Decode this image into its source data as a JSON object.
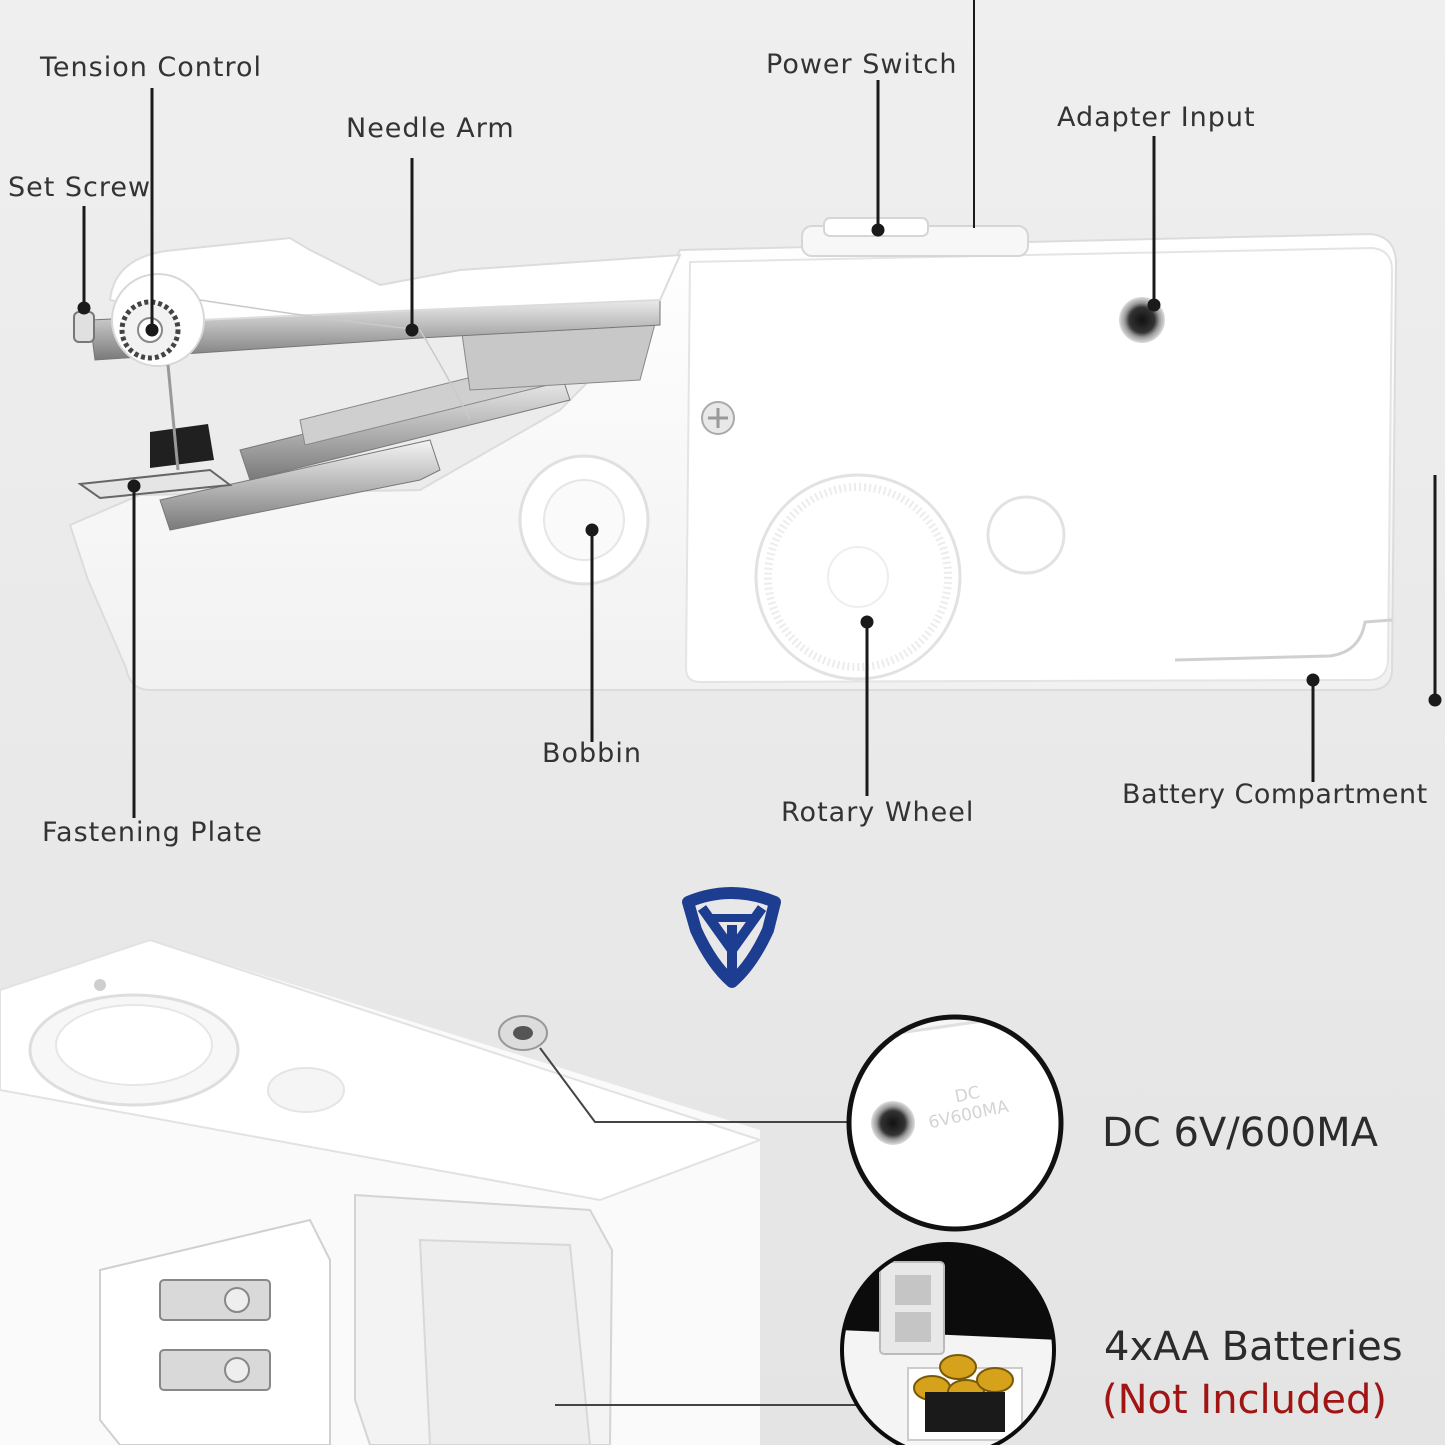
{
  "callouts": {
    "tension_control": "Tension Control",
    "needle_arm": "Needle Arm",
    "set_screw": "Set Screw",
    "power_switch": "Power Switch",
    "adapter_input": "Adapter Input",
    "bobbin": "Bobbin",
    "rotary_wheel": "Rotary Wheel",
    "battery_compartment": "Battery Compartment",
    "fastening_plate": "Fastening Plate"
  },
  "specs": {
    "power": "DC 6V/600MA",
    "batteries": "4xAA Batteries",
    "batteries_note": "(Not Included)"
  },
  "detail_circle": {
    "dc_mark": "DC",
    "rating_mark": "6V600MA"
  },
  "colors": {
    "callout_line": "#1a1a1a",
    "label_text": "#333333",
    "logo_blue": "#1d3d91",
    "note_red": "#a01414",
    "device_white": "#ffffff"
  }
}
